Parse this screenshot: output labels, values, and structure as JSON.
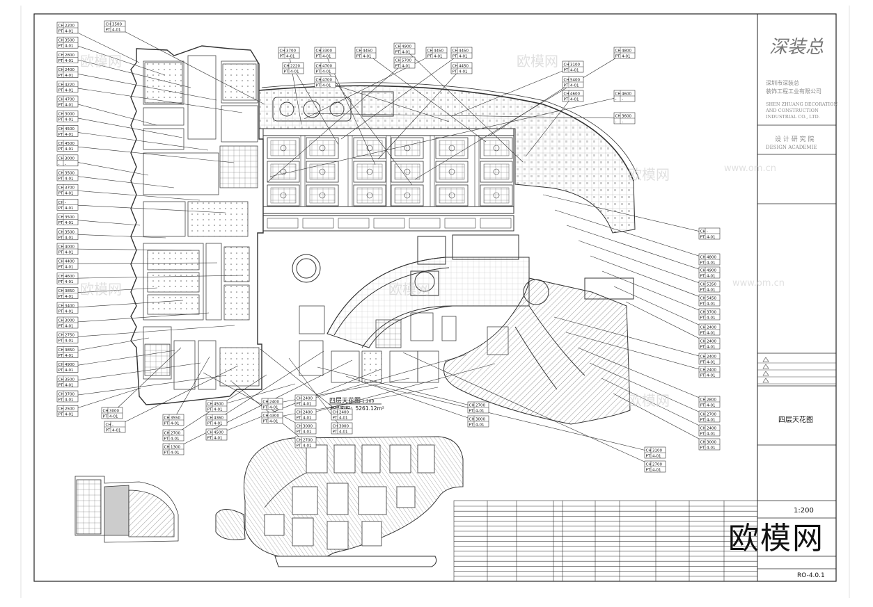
{
  "drawing": {
    "plan_title": "四层天花图",
    "plan_scale_small": "1:200",
    "area_label": "本层面积：5261.12m²"
  },
  "title_block": {
    "logo_text": "深装总",
    "company_line1": "深圳市深装总",
    "company_line2": "装饰工程工业有限公司",
    "company_en1": "SHEN ZHUANG DECORATION",
    "company_en2": "AND CONSTRUCTION",
    "company_en3": "INDUSTRIAL CO., LTD.",
    "dept_cn": "设 计 研 究 院",
    "dept_en": "DESIGN ACADEMIE",
    "sheet_name": "四层天花图",
    "scale": "1:200",
    "sheet_no": "RO-4.0.1"
  },
  "watermark": {
    "text": "欧模网",
    "url": "www.om.cn"
  },
  "tags_left": [
    [
      "CH 2200",
      "PT 4-01"
    ],
    [
      "CH 3500",
      "PT 4-01"
    ],
    [
      "CH 2800",
      "PT 4-01"
    ],
    [
      "CH 2400",
      "PT 4-01"
    ],
    [
      "CH 4220",
      "PT 4-01"
    ],
    [
      "CH 4700",
      "PT 4-01"
    ],
    [
      "CH 3000",
      "PT 4-01"
    ],
    [
      "CH 4500",
      "PT 4-01"
    ],
    [
      "CH 4500",
      "PT 4-01"
    ],
    [
      "CH 3000",
      "-"
    ],
    [
      "CH 3500",
      "PT 4-01"
    ],
    [
      "CH 3700",
      "PT 4-01"
    ],
    [
      "CH -",
      "PT 4-01"
    ],
    [
      "CH 3500",
      "PT 4-01"
    ],
    [
      "CH 3500",
      "PT 4-01"
    ],
    [
      "CH 4000",
      "PT 4-01"
    ],
    [
      "CH 4400",
      "PT 4-01"
    ],
    [
      "CH 4600",
      "PT 4-01"
    ],
    [
      "CH 3850",
      "PT 4-01"
    ],
    [
      "CH 3400",
      "PT 4-01"
    ],
    [
      "CH 3000",
      "PT 4-01"
    ],
    [
      "CH 2750",
      "PT 4-01"
    ],
    [
      "CH 3850",
      "PT 4-01"
    ],
    [
      "CH 4900",
      "PT 4-01"
    ],
    [
      "CH 3500",
      "PT 4-01"
    ],
    [
      "CH 3700",
      "PT 4-01"
    ],
    [
      "CH 2500",
      "PT 4-01"
    ]
  ],
  "tags_top": [
    [
      "CH 3500",
      "PT 4-01"
    ],
    [
      "CH 3700",
      "PT 4-01"
    ],
    [
      "CH 2220",
      "PT 4-01"
    ],
    [
      "CH 3300",
      "PT 4-01"
    ],
    [
      "CH 4700",
      "PT 4-01"
    ],
    [
      "CH 4700",
      "PT 4-01"
    ],
    [
      "CH 4450",
      "PT 4-01"
    ],
    [
      "CH 4900",
      "PT 4-01"
    ],
    [
      "CH 5700",
      "PT 4-01"
    ],
    [
      "CH 4450",
      "PT 4-01"
    ],
    [
      "CH 4450",
      "PT 4-01"
    ],
    [
      "CH 4450",
      "PT 4-01"
    ],
    [
      "CH 4800",
      "PT 4-01"
    ],
    [
      "CH 3100",
      "PT 4-01"
    ],
    [
      "CH 5400",
      "PT 4-01"
    ],
    [
      "CH 4600",
      "PT 4-01"
    ],
    [
      "CH 4600",
      "-"
    ],
    [
      "CH 3600",
      "-"
    ]
  ],
  "tags_right": [
    [
      "CH -",
      "PT 4-01"
    ],
    [
      "CH 4800",
      "PT 4-01"
    ],
    [
      "CH 4900",
      "PT 4-01"
    ],
    [
      "CH 5350",
      "PT 4-01"
    ],
    [
      "CH 5450",
      "PT 4-01"
    ],
    [
      "CH 3700",
      "PT 4-01"
    ],
    [
      "CH 2400",
      "PT 4-01"
    ],
    [
      "CH 2400",
      "PT 4-01"
    ],
    [
      "CH 2400",
      "PT 4-01"
    ],
    [
      "CH 2400",
      "PT 4-01"
    ],
    [
      "CH 2800",
      "PT 4-01"
    ],
    [
      "CH 2700",
      "PT 4-01"
    ],
    [
      "CH 2400",
      "PT 4-01"
    ],
    [
      "CH 3000",
      "PT 4-01"
    ]
  ],
  "tags_bottom": [
    [
      "CH 3000",
      "PT 4-01"
    ],
    [
      "CH 3550",
      "PT 4-01"
    ],
    [
      "CH -",
      "PT 4-01"
    ],
    [
      "CH 2700",
      "PT 4-01"
    ],
    [
      "CH 4500",
      "PT 4-01"
    ],
    [
      "CH 4360",
      "PT 4-01"
    ],
    [
      "CH 1300",
      "PT 4-01"
    ],
    [
      "CH 4500",
      "PT 4-01"
    ],
    [
      "CH 2400",
      "PT 4-01"
    ],
    [
      "CH 4300",
      "PT 4-01"
    ],
    [
      "CH 2400",
      "PT 4-01"
    ],
    [
      "CH 2400",
      "PT 4-01"
    ],
    [
      "CH 3000",
      "PT 4-01"
    ],
    [
      "CH 2700",
      "PT 4-01"
    ],
    [
      "CH 2400",
      "PT 4-01"
    ],
    [
      "CH 3000",
      "PT 4-01"
    ],
    [
      "CH 2700",
      "PT 4-01"
    ],
    [
      "CH 3000",
      "PT 4-01"
    ],
    [
      "CH 3100",
      "PT 4-01"
    ],
    [
      "CH 2700",
      "PT 4-01"
    ]
  ]
}
